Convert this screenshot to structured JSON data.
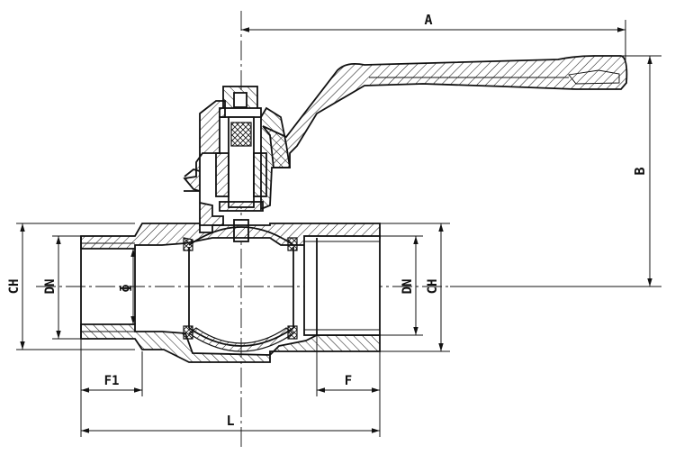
{
  "labels": {
    "A": "A",
    "B": "B",
    "CH_left": "CH",
    "DN_left": "DN",
    "phi": "ɸ",
    "DN_right": "DN",
    "CH_right": "CH",
    "F1": "F1",
    "F": "F",
    "L": "L"
  },
  "colors": {
    "line": "#111111",
    "background": "#ffffff"
  }
}
